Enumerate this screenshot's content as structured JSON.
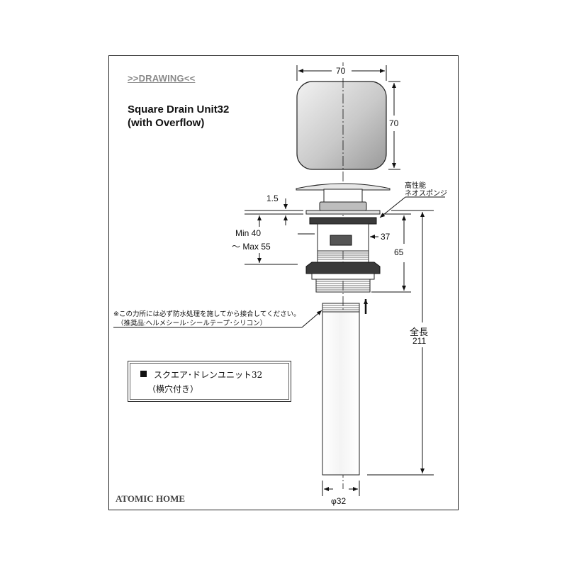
{
  "header": {
    "label": ">>DRAWING<<"
  },
  "title": {
    "line1": "Square Drain Unit32",
    "line2": "(with Overflow)"
  },
  "dimensions": {
    "width": "70",
    "height": "70",
    "flange_thickness": "1.5",
    "thickness_range_min": "Min 40",
    "thickness_range_max": "～ Max 55",
    "body_diameter": "37",
    "body_height": "65",
    "total_length_label": "全長",
    "total_length_value": "211",
    "pipe_diameter": "φ32"
  },
  "callouts": {
    "sponge_line1": "高性能",
    "sponge_line2": "ネオスポンジ",
    "waterproof_line1": "※この力所には必ず防水処理を施してから接合してください。",
    "waterproof_line2": "（推奨品:ヘルメシール･シールテープ･シリコン）"
  },
  "product_name": {
    "line1": "スクエア･ドレンユニット32",
    "line2": "（横穴付き）"
  },
  "brand": "ATOMIC HOME",
  "colors": {
    "metal_light": "#d9d9d9",
    "metal_dark": "#3a3a3a",
    "line": "#111111",
    "accent_text": "#8a8a8a"
  }
}
